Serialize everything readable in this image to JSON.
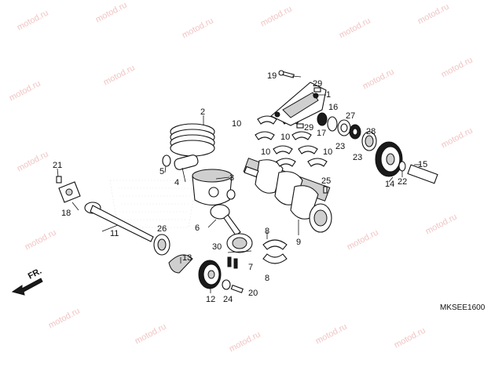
{
  "watermark": "motod.ru",
  "diagram_code": "MKSEE1600",
  "direction_label": "FR.",
  "callouts": [
    "1",
    "2",
    "3",
    "4",
    "5",
    "6",
    "7",
    "8",
    "8",
    "9",
    "10",
    "10",
    "10",
    "10",
    "11",
    "12",
    "13",
    "14",
    "15",
    "16",
    "17",
    "18",
    "19",
    "20",
    "21",
    "22",
    "23",
    "23",
    "24",
    "25",
    "26",
    "27",
    "28",
    "29",
    "29",
    "30"
  ]
}
